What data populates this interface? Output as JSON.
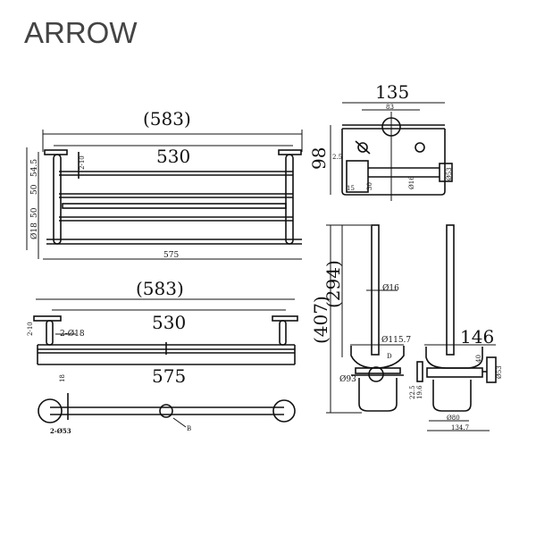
{
  "brand": "ARROW",
  "shelf_front": {
    "overall": "(583)",
    "inner": "530",
    "base": "575",
    "spacing_top": "54.5",
    "spacing_mid": "50",
    "spacing_low": "50",
    "tube": "Ø18",
    "tag": "2-10"
  },
  "towel_bar_front": {
    "overall": "(583)",
    "inner": "530",
    "base": "575",
    "post": "2-10",
    "tube": "2-Ø18"
  },
  "towel_bar_top": {
    "depth": "18",
    "flange": "2-Ø53",
    "detail": "B"
  },
  "shelf_side": {
    "width": "135",
    "holes": "83",
    "height": "98",
    "offset": "2.5",
    "flange_depth": "15",
    "flange_h": "30",
    "rod": "Ø16",
    "cap": "Ø53"
  },
  "brush_front": {
    "overall": "(407)",
    "handle": "(294)",
    "handle_dia": "Ø16",
    "cup": "Ø115.7",
    "detail": "D",
    "glass_top": "Ø93"
  },
  "brush_side": {
    "width": "146",
    "wall": "Ø53",
    "flange": "40",
    "h1": "22.5",
    "h2": "19.6",
    "glass": "Ø80",
    "depth": "134.7"
  }
}
